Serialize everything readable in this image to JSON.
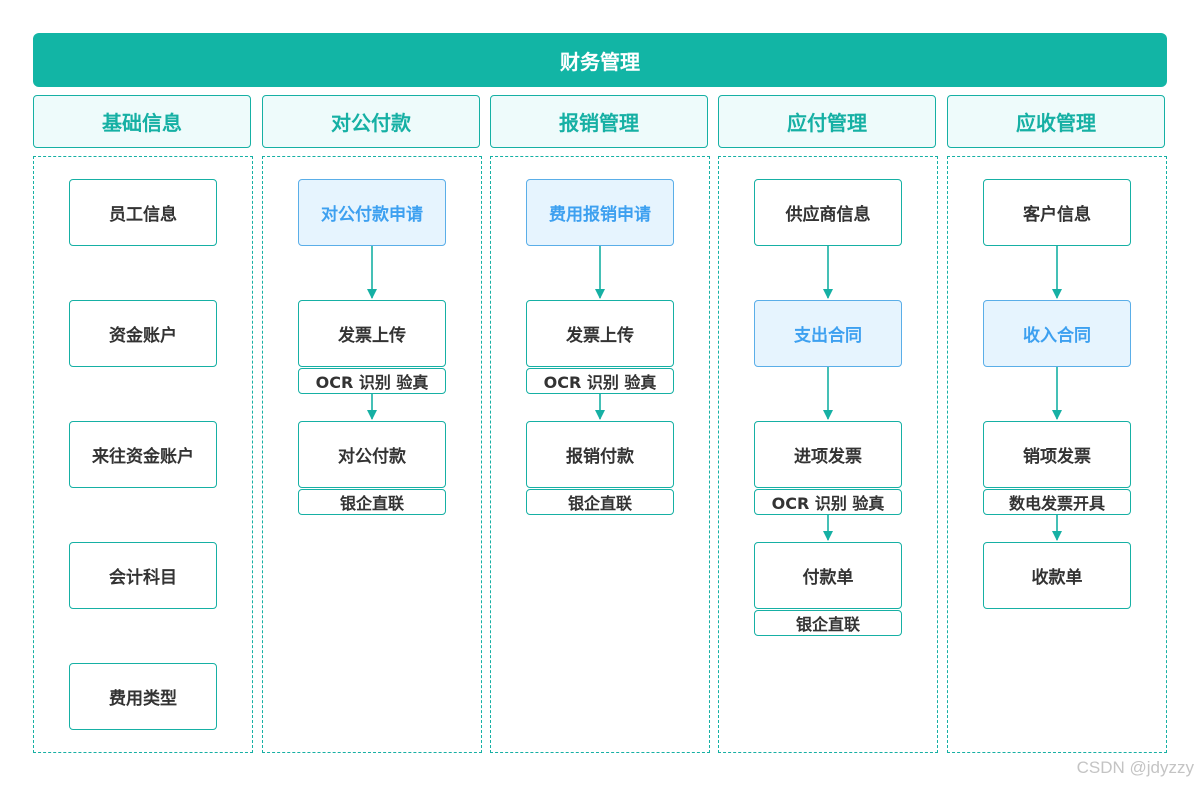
{
  "title": "财务管理",
  "columns": [
    {
      "header": "基础信息",
      "items": [
        "员工信息",
        "资金账户",
        "来往资金账户",
        "会计科目",
        "费用类型"
      ]
    },
    {
      "header": "对公付款",
      "items": [
        "对公付款申请",
        "发票上传",
        "对公付款"
      ],
      "subs": [
        "OCR 识别 验真",
        "银企直联"
      ]
    },
    {
      "header": "报销管理",
      "items": [
        "费用报销申请",
        "发票上传",
        "报销付款"
      ],
      "subs": [
        "OCR 识别 验真",
        "银企直联"
      ]
    },
    {
      "header": "应付管理",
      "items": [
        "供应商信息",
        "支出合同",
        "进项发票",
        "付款单"
      ],
      "subs": [
        "OCR 识别 验真",
        "银企直联"
      ]
    },
    {
      "header": "应收管理",
      "items": [
        "客户信息",
        "收入合同",
        "销项发票",
        "收款单"
      ],
      "subs": [
        "数电发票开具"
      ]
    }
  ],
  "colors": {
    "teal": "#12b5a5",
    "highlight_text": "#3da0f0",
    "highlight_bg": "#e6f4fe"
  },
  "watermark": "CSDN @jdyzzy"
}
